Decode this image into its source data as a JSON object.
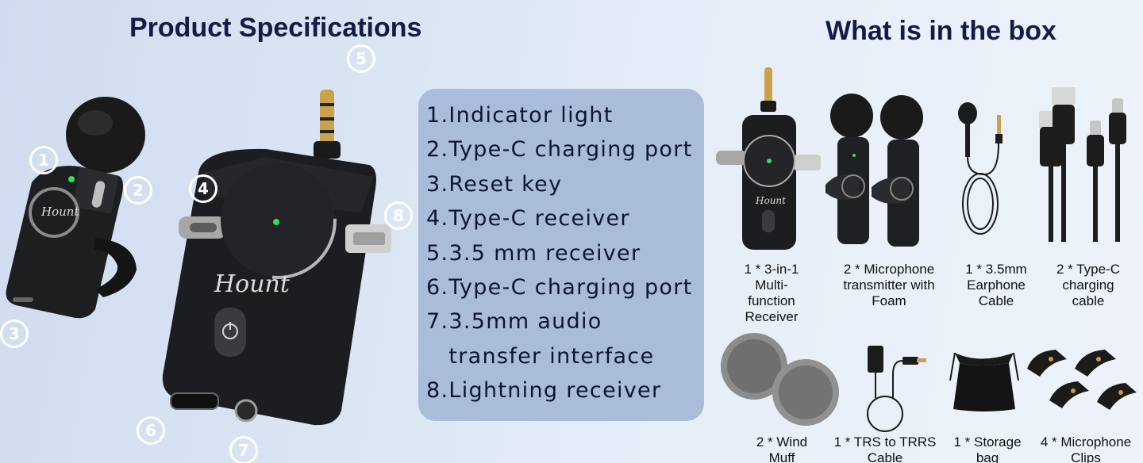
{
  "headings": {
    "specs": "Product Specifications",
    "box": "What is in the box"
  },
  "callouts": [
    "1",
    "2",
    "3",
    "4",
    "5",
    "6",
    "7",
    "8"
  ],
  "brand_mark": "Hount",
  "spec_items": [
    {
      "num": "1.",
      "text": "Indicator light"
    },
    {
      "num": "2.",
      "text": "Type-C charging port"
    },
    {
      "num": "3.",
      "text": "Reset key"
    },
    {
      "num": "4.",
      "text": "Type-C receiver"
    },
    {
      "num": "5.",
      "text": "3.5 mm receiver"
    },
    {
      "num": "6.",
      "text": "Type-C charging port"
    },
    {
      "num": "7.",
      "text": "3.5mm audio transfer interface"
    },
    {
      "num": "8.",
      "text": "Lightning receiver"
    }
  ],
  "box_items": [
    {
      "caption": "1 * 3-in-1 Multi-function Receiver",
      "icon": "receiver-icon"
    },
    {
      "caption": "2 * Microphone transmitter with Foam",
      "icon": "microphone-icon"
    },
    {
      "caption": "1 * 3.5mm Earphone Cable",
      "icon": "earphone-icon"
    },
    {
      "caption": "2 * Type-C charging cable",
      "icon": "usb-cable-icon"
    },
    {
      "caption": "2 *  Wind Muff",
      "icon": "wind-muff-icon"
    },
    {
      "caption": "1 * TRS to TRRS Cable",
      "icon": "trs-cable-icon"
    },
    {
      "caption": "1 * Storage bag",
      "icon": "storage-bag-icon"
    },
    {
      "caption": "4 * Microphone Clips",
      "icon": "clip-icon"
    }
  ],
  "colors": {
    "panel": "#a9bcd9",
    "heading": "#121c44",
    "device": "#1b1c1f",
    "led": "#2fe05a"
  }
}
